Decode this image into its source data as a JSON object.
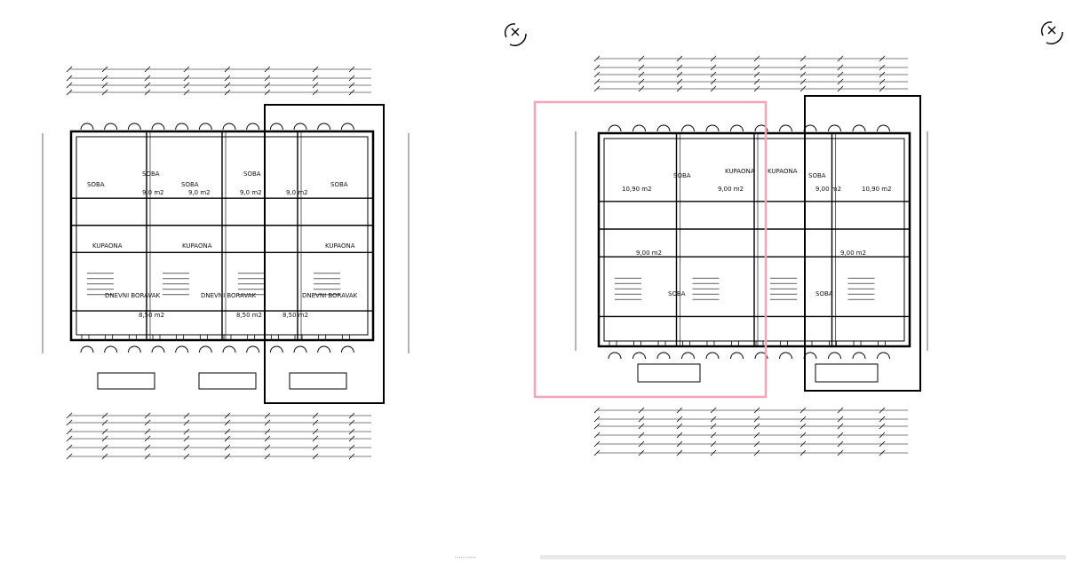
{
  "plan_left": {
    "room_labels": [
      "SOBA",
      "SOBA",
      "SOBA",
      "SOBA",
      "SOBA",
      "KUPAONA",
      "KUPAONA",
      "KUPAONA",
      "DNEVNI BORAVAK",
      "DNEVNI BORAVAK",
      "DNEVNI BORAVAK"
    ],
    "areas": [
      "9,0 m2",
      "9,0 m2",
      "9,0 m2",
      "9,0 m2",
      "8,50 m2",
      "8,50 m2",
      "8,50 m2"
    ]
  },
  "plan_right": {
    "room_labels": [
      "SOBA",
      "SOBA",
      "SOBA",
      "SOBA",
      "KUPAONA",
      "KUPAONA"
    ],
    "areas": [
      "10,90 m2",
      "9,00 m2",
      "9,00 m2",
      "10,90 m2",
      "9,00 m2",
      "9,00 m2"
    ]
  },
  "colors": {
    "ink": "#000000",
    "highlight": "#f4a5b5",
    "bar": "#e9e9e9"
  },
  "footer_text": "...........",
  "icons": [
    "rotate-marker-icon",
    "rotate-marker-icon"
  ]
}
